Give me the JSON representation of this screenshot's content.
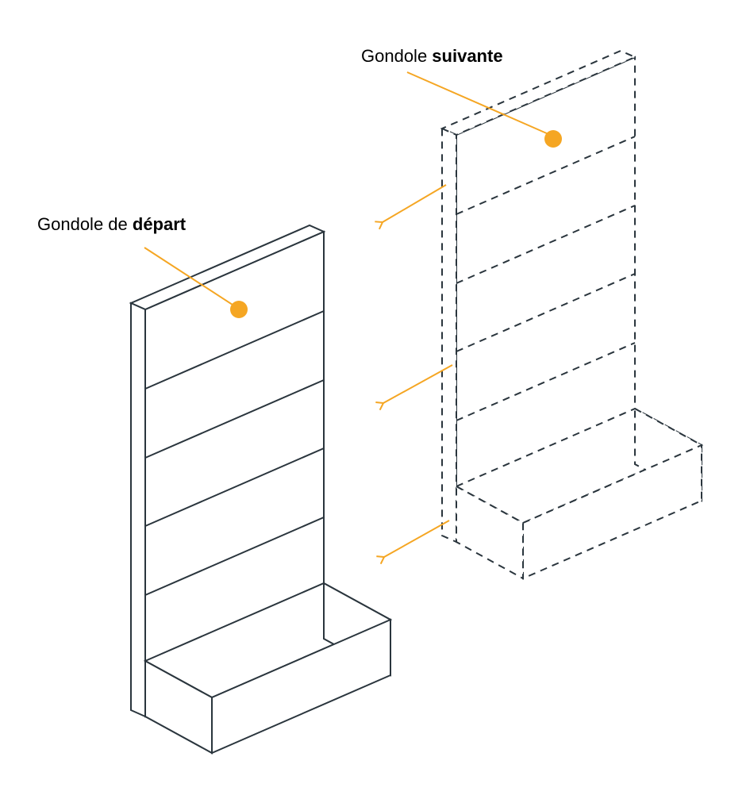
{
  "diagram": {
    "title": "gondola-move-diagram",
    "labels": {
      "next_gondola": {
        "prefix": "Gondole ",
        "bold": "suivante"
      },
      "start_gondola": {
        "prefix": "Gondole de ",
        "bold": "départ"
      }
    },
    "icons": {
      "marker_dot": "filled-orange-circle",
      "move_arrow": "orange-open-arrowhead"
    },
    "colors": {
      "line": "#2a353d",
      "accent": "#f5a623",
      "background": "#ffffff"
    }
  }
}
